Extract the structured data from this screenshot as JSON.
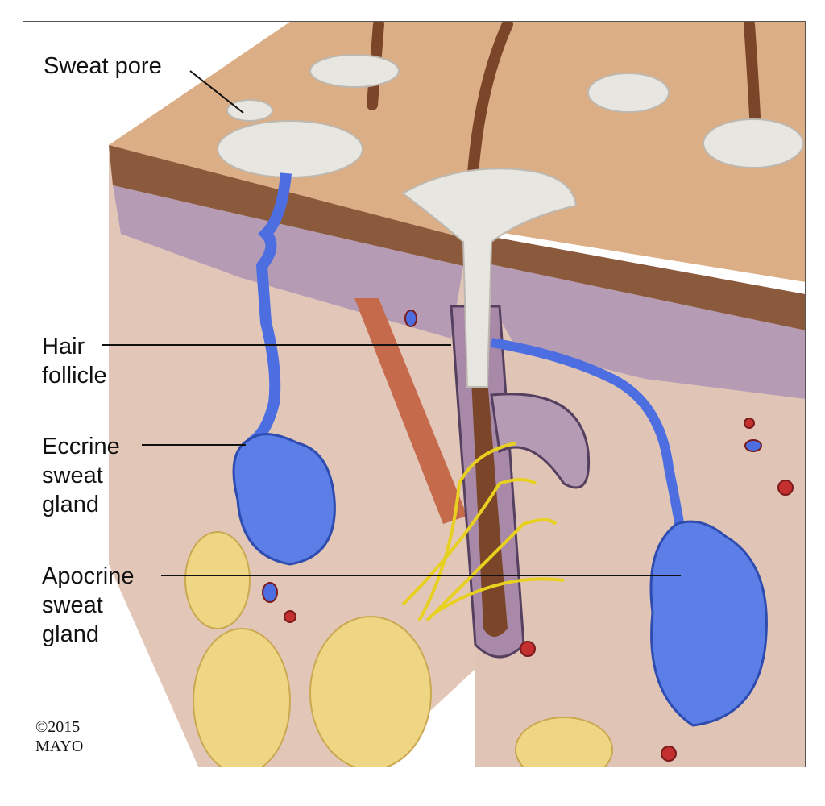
{
  "labels": {
    "sweat_pore": "Sweat pore",
    "hair_follicle": [
      "Hair",
      "follicle"
    ],
    "eccrine": [
      "Eccrine",
      "sweat",
      "gland"
    ],
    "apocrine": [
      "Apocrine",
      "sweat",
      "gland"
    ]
  },
  "copyright": [
    "©2015",
    "MAYO"
  ],
  "colors": {
    "surface": "#dcae86",
    "epidermis": "#8b5a3c",
    "dermis_upper": "#b59cb4",
    "dermis_lower": "#e2c7b8",
    "fat": "#efd684",
    "sweat_gland": "#4c6ee0",
    "hair": "#7a4528",
    "nerve": "#e8d020"
  }
}
